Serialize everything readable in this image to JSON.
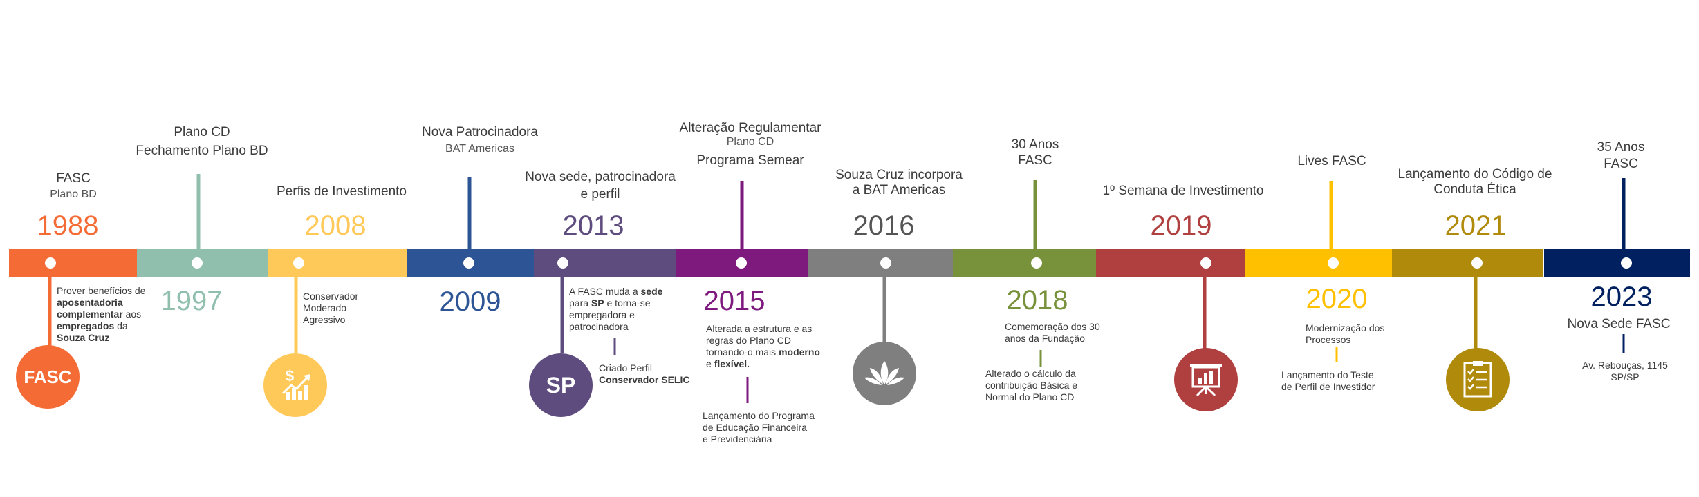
{
  "colors": {
    "c1988": "#f56b35",
    "c1997": "#90bfae",
    "c2008": "#ffc95a",
    "c2009": "#2d5494",
    "c2013": "#5e4c7e",
    "c2015": "#7e1a7e",
    "c2016": "#7f7f7f",
    "c2018": "#78913b",
    "c2019": "#b03f3f",
    "c2020": "#ffc000",
    "c2021": "#b08a0b",
    "c2023": "#002060"
  },
  "milestones": {
    "m1988": {
      "year": "1988",
      "title": "FASC",
      "subtitle": "Plano BD",
      "desc_parts": [
        "Prover benefícios de",
        "aposentadoria",
        "complementar",
        "aos",
        "empregados",
        "da",
        "Souza Cruz"
      ],
      "icon_label": "FASC"
    },
    "m1997": {
      "year": "1997",
      "title_line1": "Plano CD",
      "title_line2": "Fechamento Plano BD"
    },
    "m2008": {
      "year": "2008",
      "title": "Perfis de Investimento",
      "desc_lines": [
        "Conservador",
        "Moderado",
        "Agressivo"
      ],
      "icon": "money-growth-icon"
    },
    "m2009": {
      "year": "2009",
      "title": "Nova Patrocinadora",
      "subtitle": "BAT Americas"
    },
    "m2013": {
      "year": "2013",
      "title_line1": "Nova sede, patrocinadora",
      "title_line2": "e perfil",
      "desc_parts": [
        "A FASC muda a",
        "sede",
        "para",
        "SP",
        "e torna-se",
        "empregadora e",
        "patrocinadora"
      ],
      "note2_line1": "Criado Perfil",
      "note2_line2": "Conservador SELIC",
      "icon_label": "SP"
    },
    "m2015": {
      "year": "2015",
      "title": "Alteração Regulamentar",
      "subtitle": "Plano CD",
      "title2": "Programa Semear",
      "desc_parts": [
        "Alterada a estrutura e as",
        "regras do Plano CD",
        "tornando-o mais",
        "moderno",
        "e",
        "flexível."
      ],
      "note2_lines": [
        "Lançamento do Programa",
        "de Educação Financeira",
        "e Previdenciária"
      ]
    },
    "m2016": {
      "year": "2016",
      "title_line1": "Souza Cruz incorpora",
      "title_line2": "a BAT Americas",
      "icon": "leaf-icon"
    },
    "m2018": {
      "year": "2018",
      "title_line1": "30 Anos",
      "title_line2": "FASC",
      "desc_lines": [
        "Comemoração dos 30",
        "anos da Fundação"
      ],
      "note2_lines": [
        "Alterado o cálculo da",
        "contribuição Básica e",
        "Normal do Plano CD"
      ]
    },
    "m2019": {
      "year": "2019",
      "title": "1º Semana de Investimento",
      "icon": "presentation-icon"
    },
    "m2020": {
      "year": "2020",
      "title": "Lives FASC",
      "desc_lines": [
        "Modernização dos",
        "Processos"
      ],
      "note2_lines": [
        "Lançamento do Teste",
        "de Perfil de Investidor"
      ]
    },
    "m2021": {
      "year": "2021",
      "title_line1": "Lançamento do Código de",
      "title_line2": "Conduta Ética",
      "icon": "checklist-icon"
    },
    "m2023": {
      "year": "2023",
      "title_line1": "35 Anos",
      "title_line2": "FASC",
      "sub_title": "Nova Sede FASC",
      "address_line1": "Av. Rebouças, 1145",
      "address_line2": "SP/SP"
    }
  }
}
